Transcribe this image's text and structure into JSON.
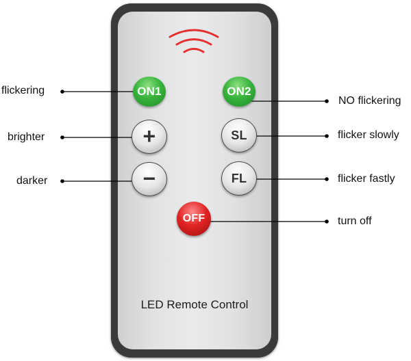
{
  "remote": {
    "label": "LED Remote Control",
    "buttons": {
      "on1": "ON1",
      "on2": "ON2",
      "plus": "+",
      "minus": "−",
      "sl": "SL",
      "fl": "FL",
      "off": "OFF"
    }
  },
  "callouts": {
    "flickering": "flickering",
    "brighter": "brighter",
    "darker": "darker",
    "no_flickering": "NO flickering",
    "flicker_slowly": "flicker slowly",
    "flicker_fastly": "flicker fastly",
    "turn_off": "turn off"
  },
  "colors": {
    "green_button": "#38b43d",
    "red_button": "#e02424",
    "signal": "#e53030",
    "remote_body": "#3a3a3a"
  },
  "icons": {
    "signal": "signal-waves-icon"
  }
}
